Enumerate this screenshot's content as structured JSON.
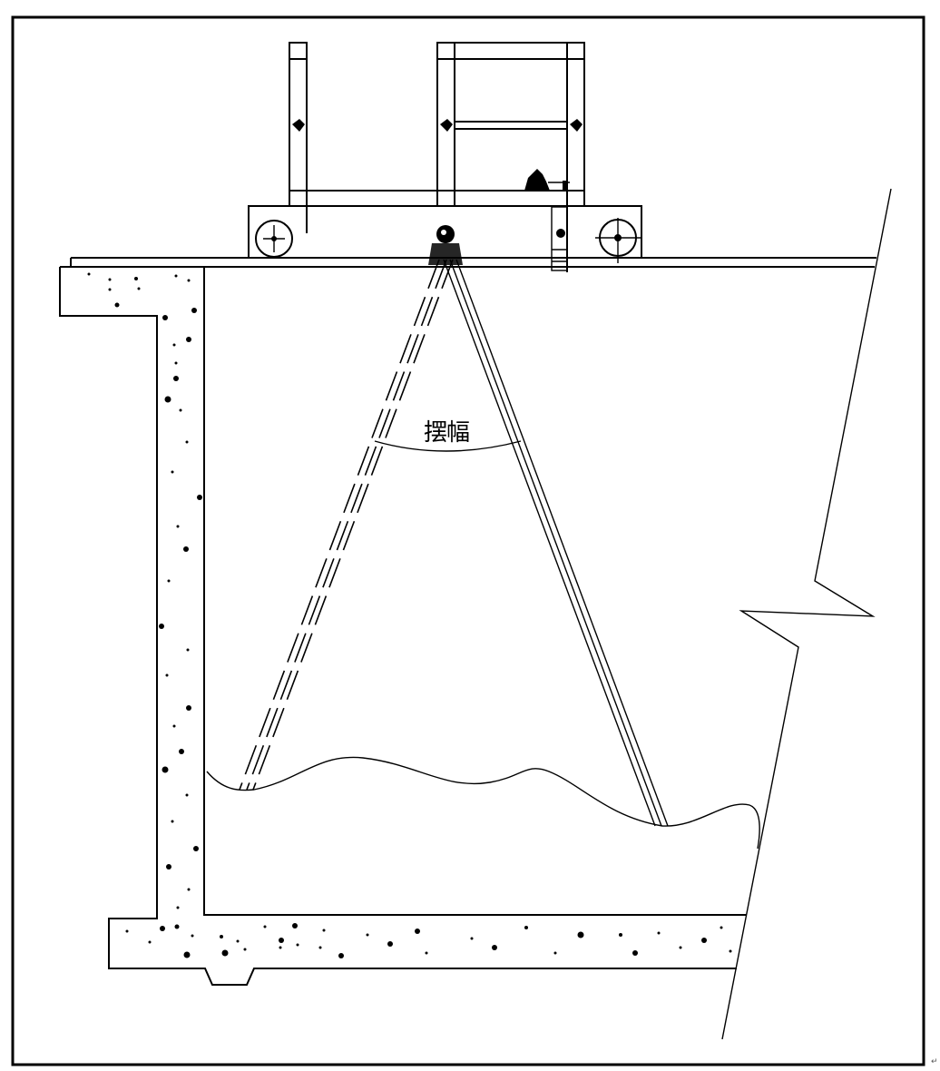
{
  "diagram": {
    "description": "Cross-section of a tank with a rail-mounted carriage above; a swinging mechanism hangs from a pivot into the liquid",
    "labels": {
      "swing_amplitude": "摆幅",
      "paragraph_mark": "↵"
    },
    "components": [
      "outer-frame-border",
      "carriage-platform",
      "left-wheel",
      "right-wheel",
      "left-upright-post",
      "right-frame",
      "motor-unit",
      "pivot-joint",
      "rail-track",
      "swing-arm-left-dashed",
      "swing-arm-right-solid",
      "swing-arc",
      "liquid-surface",
      "concrete-wall-left",
      "concrete-floor-slab",
      "break-line-right"
    ],
    "colors": {
      "line": "#000000",
      "background": "#ffffff"
    }
  }
}
